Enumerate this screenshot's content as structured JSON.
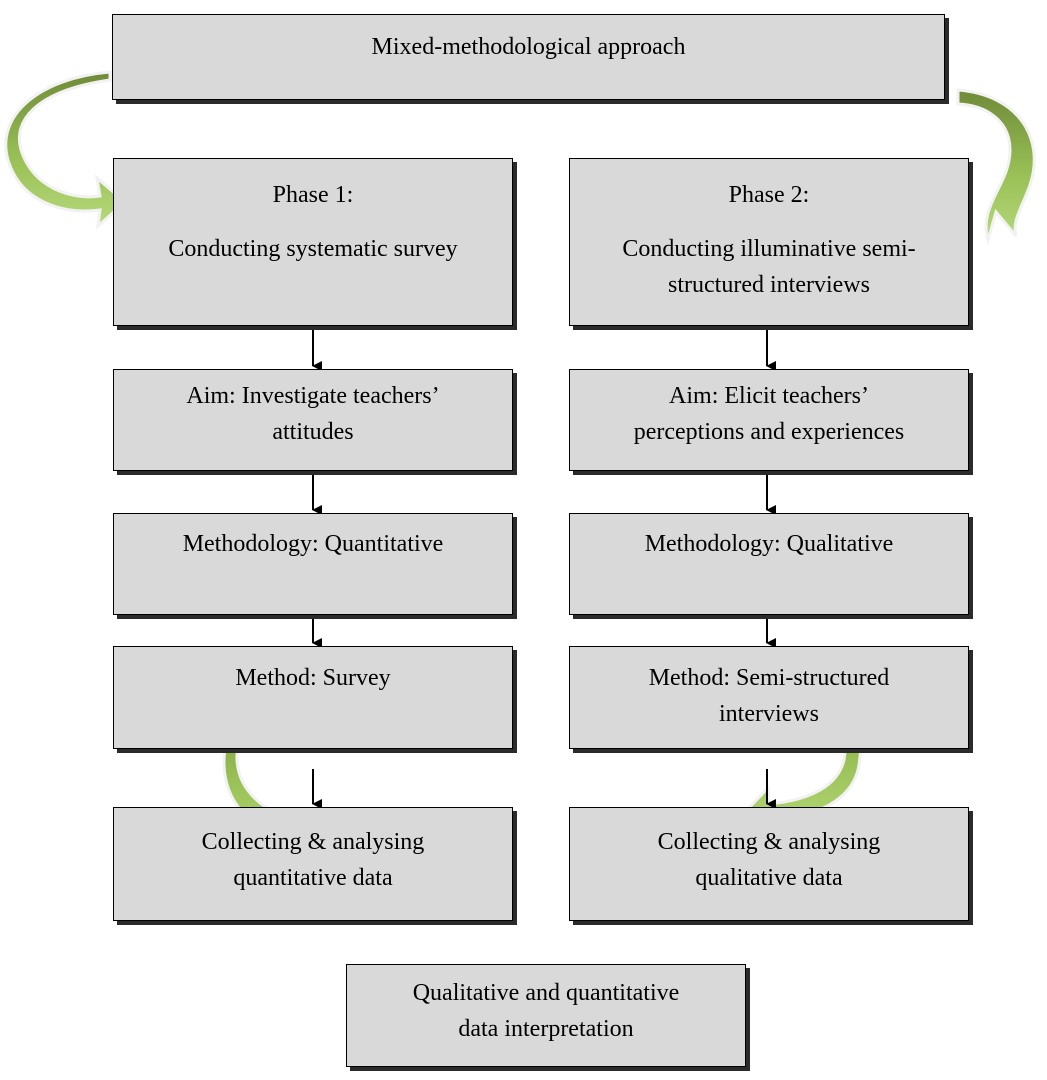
{
  "title": "Mixed-methodological approach",
  "phase1": {
    "phase_label": "Phase 1:",
    "phase_desc": "Conducting systematic survey",
    "aim_line1": "Aim: Investigate teachers’",
    "aim_line2": "attitudes",
    "methodology": "Methodology: Quantitative",
    "method": "Method: Survey",
    "data_line1": "Collecting & analysing",
    "data_line2": "quantitative data"
  },
  "phase2": {
    "phase_label": "Phase 2:",
    "phase_desc_line1": "Conducting illuminative semi-",
    "phase_desc_line2": "structured interviews",
    "aim_line1": "Aim: Elicit teachers’",
    "aim_line2": "perceptions and experiences",
    "methodology": "Methodology: Qualitative",
    "method_line1": "Method: Semi-structured",
    "method_line2": "interviews",
    "data_line1": "Collecting & analysing",
    "data_line2": "qualitative data"
  },
  "final": {
    "line1": "Qualitative and quantitative",
    "line2": "data interpretation"
  },
  "colors": {
    "box_fill": "#d9d9d9",
    "border": "#000000",
    "arrow_light": "#a8cf64",
    "arrow_dark": "#76923c"
  }
}
